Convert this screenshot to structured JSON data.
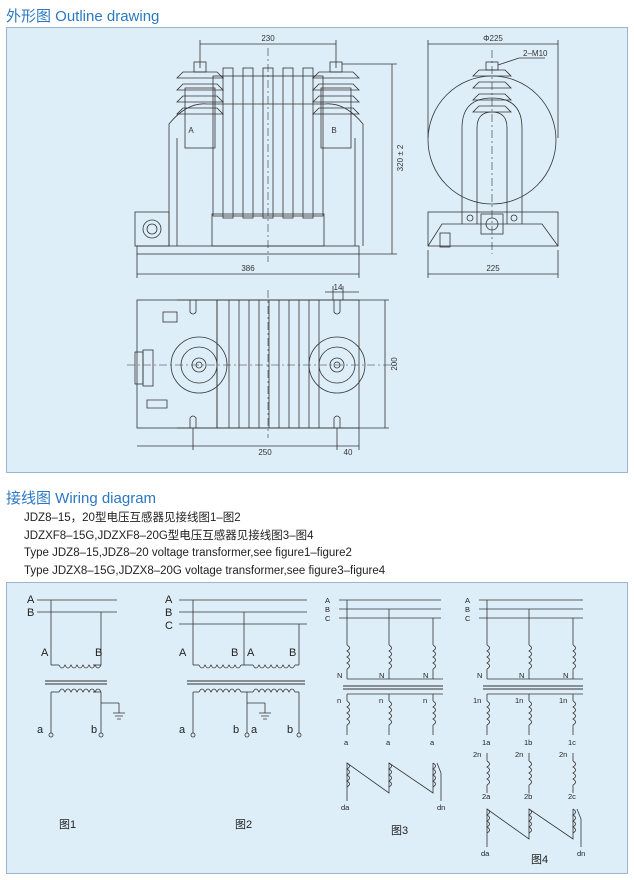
{
  "outline": {
    "title": "外形图 Outline drawing",
    "dims": {
      "w230": "230",
      "h320": "320 ± 2",
      "w386": "386",
      "dia225": "Φ225",
      "bolt": "2–M10",
      "w225": "225",
      "w14": "14",
      "h200": "200",
      "w250": "250",
      "w40": "40"
    },
    "terminal_a": "A",
    "terminal_b": "B"
  },
  "wiring": {
    "title": "接线图 Wiring diagram",
    "lines": [
      "JDZ8–15，20型电压互感器见接线图1–图2",
      "JDZXF8–15G,JDZXF8–20G型电压互感器见接线图3–图4",
      "Type JDZ8–15,JDZ8–20 voltage transformer,see figure1–figure2",
      "Type JDZX8–15G,JDZX8–20G voltage transformer,see figure3–figure4"
    ],
    "fig1": {
      "caption": "图1",
      "A": "A",
      "B": "B",
      "pa": "A",
      "pb": "B",
      "sa": "a",
      "sb": "b"
    },
    "fig2": {
      "caption": "图2",
      "A": "A",
      "B": "B",
      "C": "C",
      "p1": "A",
      "p2": "B",
      "p3": "A",
      "p4": "B",
      "s1": "a",
      "s2": "b",
      "s3": "a",
      "s4": "b"
    },
    "fig3": {
      "caption": "图3",
      "A": "A",
      "B": "B",
      "C": "C",
      "N": "N",
      "n": "n",
      "a": "a",
      "da": "da",
      "dn": "dn"
    },
    "fig4": {
      "caption": "图4",
      "A": "A",
      "B": "B",
      "C": "C",
      "N": "N",
      "n1": "1n",
      "n2": "2n",
      "a1": "1a",
      "b1": "1b",
      "c1": "1c",
      "a2": "2a",
      "b2": "2b",
      "c2": "2c",
      "da": "da",
      "dn": "dn"
    }
  },
  "colors": {
    "title": "#2b78c2",
    "panel": "#deeef9",
    "line": "#333333"
  }
}
